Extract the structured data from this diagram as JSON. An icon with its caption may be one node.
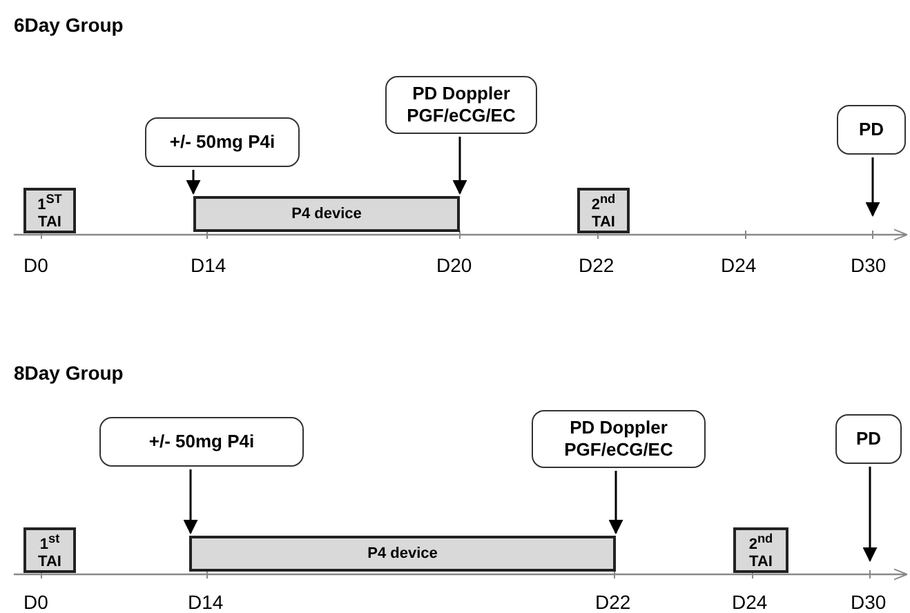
{
  "diagram": {
    "nodes": [
      {
        "text": [
          "+/- 50mg P4i"
        ]
      },
      {
        "text": [
          "PD Doppler PGF/eCG/EC"
        ]
      },
      {
        "text": [
          "PD"
        ]
      },
      {
        "text": [
          "1$^{ST}$ TAI"
        ]
      },
      {
        "text": [
          "P4 device"
        ]
      },
      {
        "text": [
          "2$^{nd}$ TAI"
        ]
      },
      {
        "text": [
          "+/- 50mg P4i"
        ]
      },
      {
        "text": [
          "PD Doppler PGF/eCG/EC"
        ]
      },
      {
        "text": [
          "PD"
        ]
      },
      {
        "text": [
          "1$^{st}$ TAI"
        ]
      },
      {
        "text": [
          "P4 device"
        ]
      },
      {
        "text": [
          "2$^{nd}$ TAI"
        ]
      }
    ],
    "edges": [
      {
        "from": 0,
        "to": 4,
        "arrow": "to"
      },
      {
        "from": 1,
        "to": 4,
        "arrow": "to"
      },
      {
        "from": 2,
        "to": null,
        "arrow": "to"
      },
      {
        "from": 6,
        "to": 10,
        "arrow": "to"
      },
      {
        "from": 7,
        "to": 10,
        "arrow": "to"
      },
      {
        "from": 8,
        "to": null,
        "arrow": "to"
      }
    ],
    "labels": [
      "6Day Group",
      "D0",
      "D14",
      "D20",
      "D22",
      "D24",
      "D30",
      "8Day Group",
      "D0",
      "D14",
      "D22",
      "D24",
      "D30"
    ]
  }
}
